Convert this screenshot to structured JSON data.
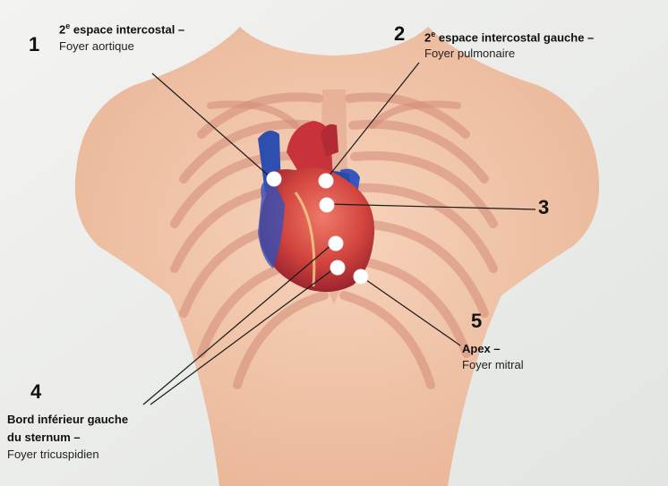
{
  "colors": {
    "skin": "#f2c8ad",
    "rib": "#d89a86",
    "heart_red": "#c8323a",
    "heart_dark": "#8e1e2a",
    "vein_blue": "#2d4fb0",
    "marker": "#ffffff",
    "line": "#1a1a1a"
  },
  "labels": {
    "l1": {
      "num": "1",
      "title_pre": "2",
      "title_sup": "e",
      "title_post": " espace intercostal –",
      "sub": "Foyer aortique"
    },
    "l2": {
      "num": "2",
      "title_pre": "2",
      "title_sup": "e",
      "title_post": " espace intercostal gauche –",
      "sub": "Foyer pulmonaire"
    },
    "l3": {
      "num": "3"
    },
    "l4": {
      "num": "4",
      "title1": "Bord inférieur gauche",
      "title2": "du sternum –",
      "sub": "Foyer tricuspidien"
    },
    "l5": {
      "num": "5",
      "title": "Apex –",
      "sub": "Foyer mitral"
    }
  }
}
